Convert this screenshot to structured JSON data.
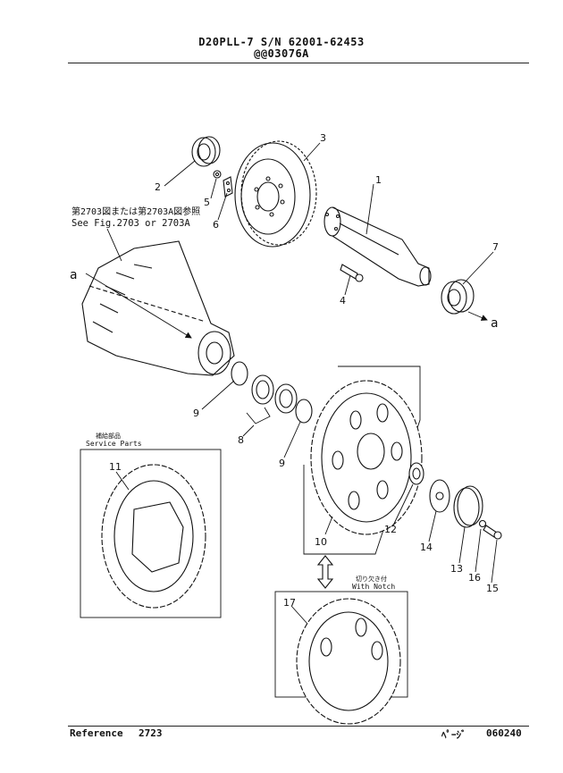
{
  "header": {
    "model_line": "D20PLL-7 S/N 62001-62453",
    "code_line": "@@03076A"
  },
  "footer": {
    "reference_label": "Reference",
    "reference_number": "2723",
    "page_label": "ﾍﾟｰｼﾞ",
    "page_number": "060240"
  },
  "notes": {
    "see_fig_jp": "第2703図または第2703A図参照",
    "see_fig_en": "See Fig.2703 or 2703A",
    "service_parts_jp": "補給部品",
    "service_parts_en": "Service Parts",
    "with_notch_jp": "切り欠き付",
    "with_notch_en": "With Notch",
    "arrow_a_left": "a",
    "arrow_a_right": "a"
  },
  "callouts": {
    "p1": "1",
    "p2": "2",
    "p3": "3",
    "p4": "4",
    "p5": "5",
    "p6": "6",
    "p7": "7",
    "p8": "8",
    "p9a": "9",
    "p9b": "9",
    "p10": "10",
    "p11": "11",
    "p12": "12",
    "p13": "13",
    "p14": "14",
    "p15": "15",
    "p16": "16",
    "p17": "17"
  }
}
